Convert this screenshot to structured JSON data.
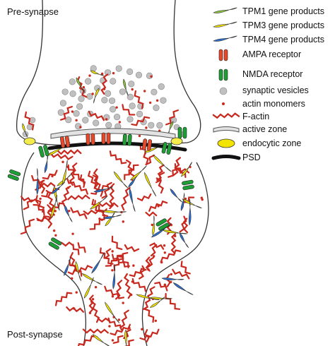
{
  "regions": {
    "pre_synapse": "Pre-synapse",
    "post_synapse": "Post-synapse"
  },
  "legend": [
    {
      "label": "TPM1 gene products",
      "icon": "tpm1-filament-icon",
      "color": "#8dc63f"
    },
    {
      "label": "TPM3 gene products",
      "icon": "tpm3-filament-icon",
      "color": "#f2e400"
    },
    {
      "label": "TPM4 gene products",
      "icon": "tpm4-filament-icon",
      "color": "#2b6fd0"
    },
    {
      "label": "AMPA receptor",
      "icon": "ampa-receptor-icon",
      "color": "#e8482a"
    },
    {
      "label": "NMDA receptor",
      "icon": "nmda-receptor-icon",
      "color": "#1e9e35"
    },
    {
      "label": "synaptic vesicles",
      "icon": "synaptic-vesicle-icon",
      "color": "#c0c0c0"
    },
    {
      "label": "actin monomers",
      "icon": "actin-monomer-icon",
      "color": "#cc2a1c"
    },
    {
      "label": "F-actin",
      "icon": "f-actin-icon",
      "color": "#c8281e"
    },
    {
      "label": "active zone",
      "icon": "active-zone-icon",
      "color": "#d4d4d4"
    },
    {
      "label": "endocytic zone",
      "icon": "endocytic-zone-icon",
      "color": "#f4ec4a"
    },
    {
      "label": "PSD",
      "icon": "psd-icon",
      "color": "#111111"
    }
  ]
}
